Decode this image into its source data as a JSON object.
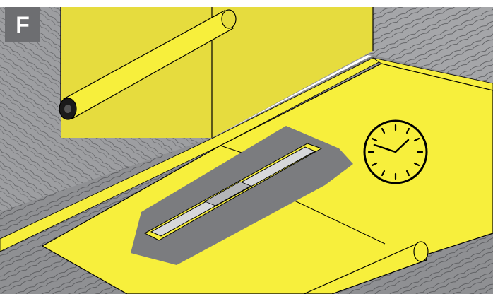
{
  "step_label": "F",
  "colors": {
    "membrane_yellow": "#f7ef3c",
    "wall_membrane_yellow": "#e6dc3e",
    "wall_grey": "#9d9ea1",
    "tile_adhesive_grey": "#7b7c7f",
    "concrete_grey": "#8f9093",
    "drain_channel_silver": "#d7d8da",
    "outline_black": "#000000",
    "badge_grey": "#6d6e71"
  },
  "icons": [
    "clock-icon",
    "membrane-roll",
    "drain-channel"
  ]
}
